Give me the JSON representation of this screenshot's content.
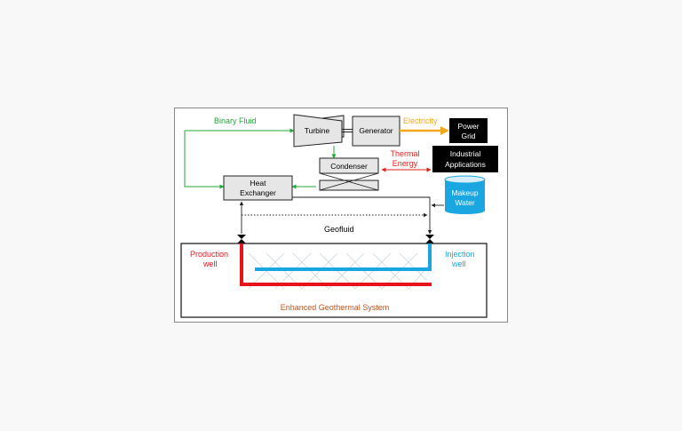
{
  "labels": {
    "binary_fluid": "Binary Fluid",
    "electricity": "Electricity",
    "thermal_energy_1": "Thermal",
    "thermal_energy_2": "Energy",
    "geofluid": "Geofluid",
    "production_well_1": "Production",
    "production_well_2": "well",
    "injection_well_1": "Injection",
    "injection_well_2": "well",
    "egs": "Enhanced Geothermal System"
  },
  "components": {
    "turbine": "Turbine",
    "generator": "Generator",
    "power_grid_1": "Power",
    "power_grid_2": "Grid",
    "condenser": "Condenser",
    "industrial_1": "Industrial",
    "industrial_2": "Applications",
    "heat_exchanger_1": "Heat",
    "heat_exchanger_2": "Exchanger",
    "makeup_water_1": "Makeup",
    "makeup_water_2": "Water"
  },
  "colors": {
    "binary_fluid": "#22a83a",
    "electricity": "#f2a81d",
    "thermal_energy": "#e0201b",
    "production_well": "#e8141b",
    "injection_well": "#1aa6e0",
    "egs_label": "#c0531c",
    "component_fill": "#e6e6e6",
    "dark_box": "#000000",
    "water_tank": "#1aa6e0"
  }
}
